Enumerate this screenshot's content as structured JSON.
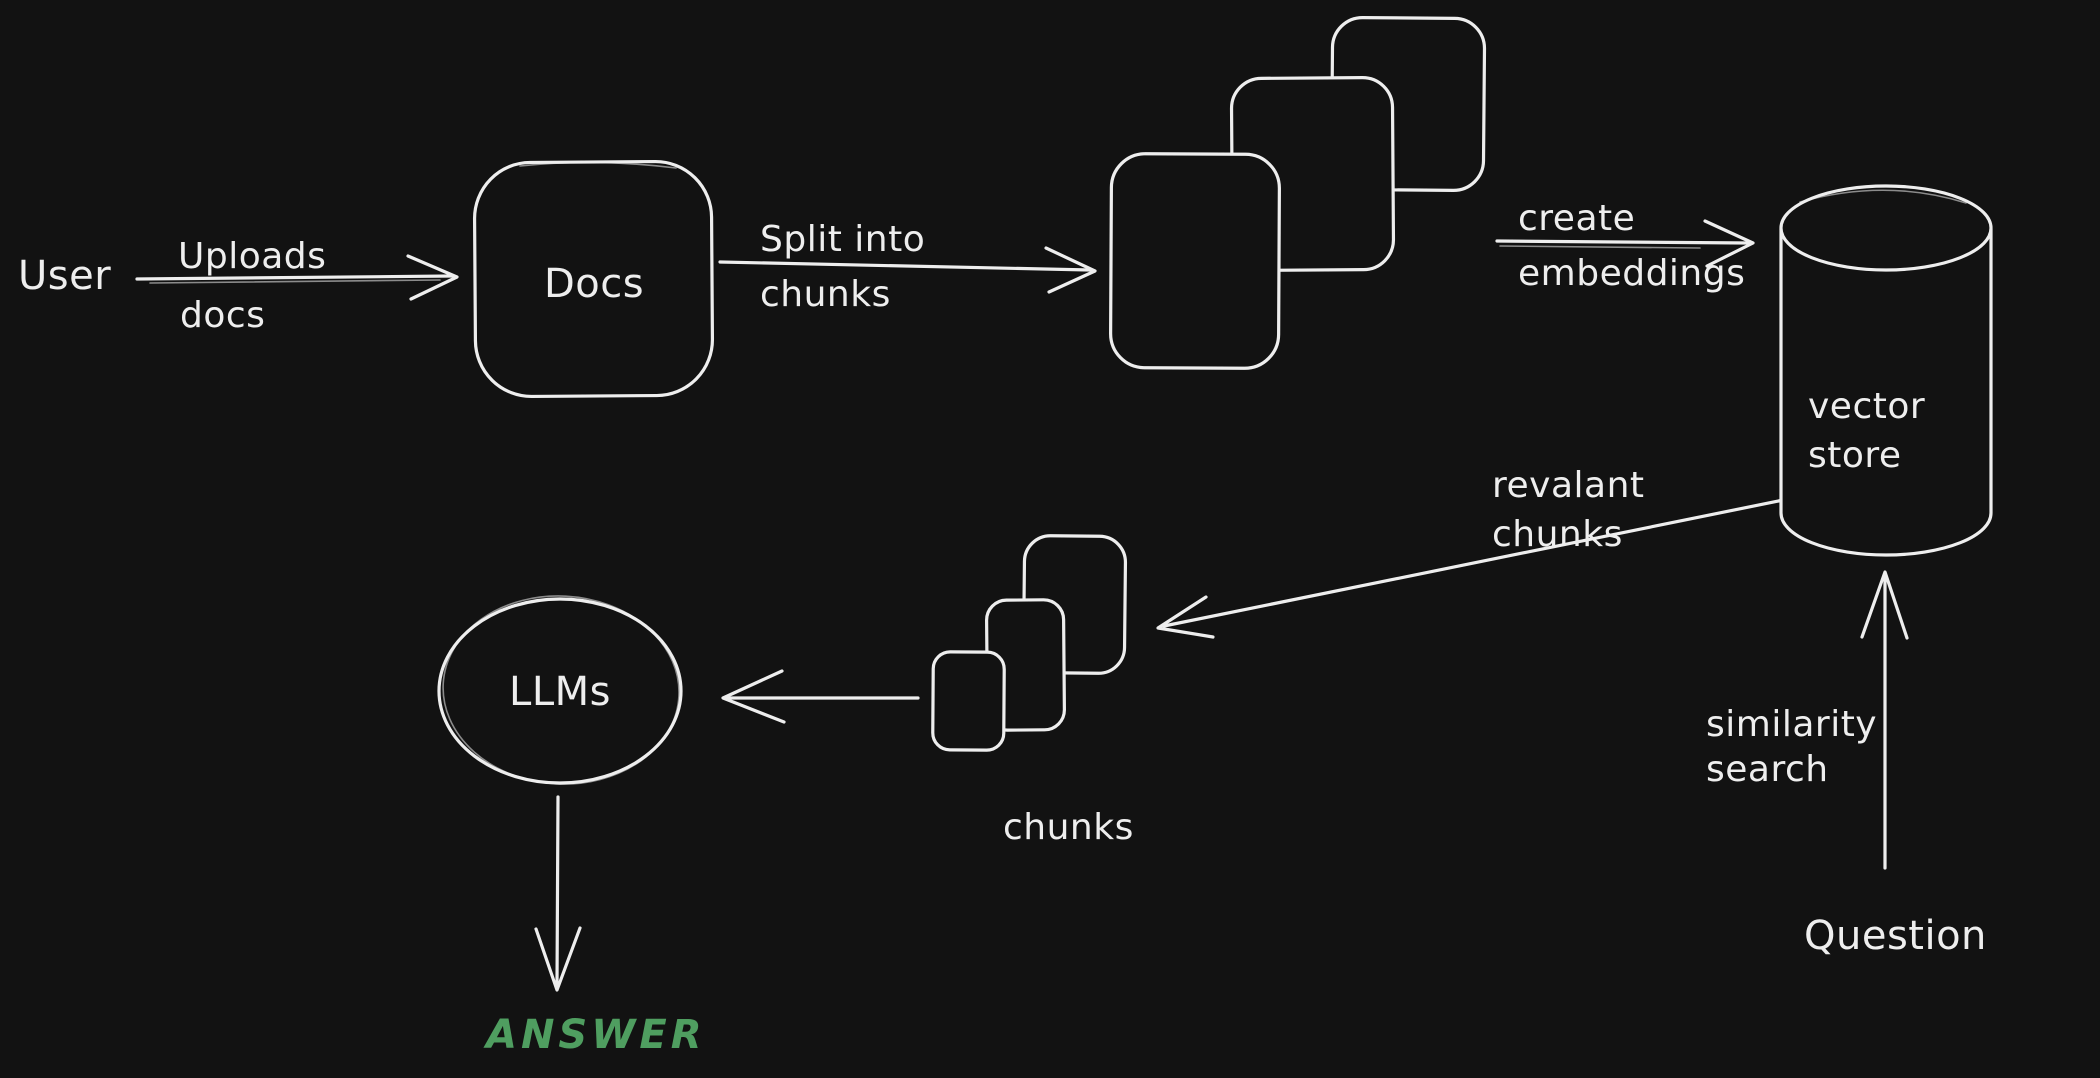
{
  "canvas": {
    "background": "#121212",
    "stroke_color": "#eeeeee",
    "answer_color": "#4f9e60"
  },
  "nodes": {
    "user_label": "User",
    "docs_label": "Docs",
    "vector_store_line1": "vector",
    "vector_store_line2": "store",
    "llms_label": "LLMs",
    "chunks_caption": "chunks",
    "question_label": "Question",
    "answer_label": "ANSWER"
  },
  "edges": {
    "uploads_line1": "Uploads",
    "uploads_line2": "docs",
    "split_line1": "Split into",
    "split_line2": "chunks",
    "create_line1": "create",
    "create_line2": "embeddings",
    "relevant_line1": "revalant",
    "relevant_line2": "chunks",
    "similarity_line1": "similarity",
    "similarity_line2": "search"
  }
}
